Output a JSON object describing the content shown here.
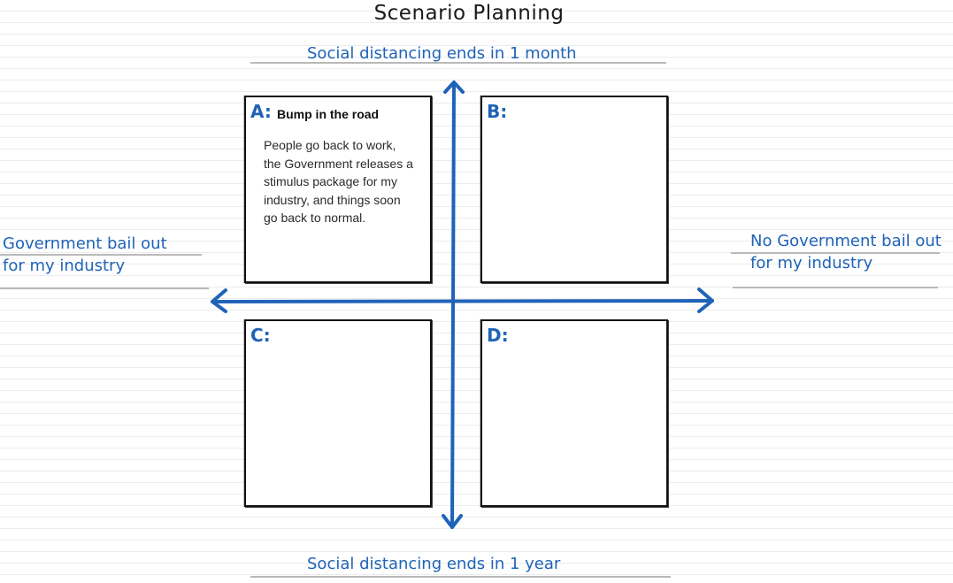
{
  "title": "Scenario Planning",
  "axes": {
    "top": "Social distancing ends in 1 month",
    "bottom": "Social distancing ends in 1 year",
    "left_line1": "Government bail out",
    "left_line2": "for my industry",
    "right_line1": "No Government bail out",
    "right_line2": "for my industry"
  },
  "quadrants": [
    {
      "letter": "A:",
      "title": "Bump in the road",
      "body": "People go back to work, the Government releases a stimulus package for my industry, and things soon go back to normal."
    },
    {
      "letter": "B:",
      "title": "",
      "body": ""
    },
    {
      "letter": "C:",
      "title": "",
      "body": ""
    },
    {
      "letter": "D:",
      "title": "",
      "body": ""
    }
  ],
  "colors": {
    "accent": "#1f63b8",
    "box_border": "#111111",
    "underline": "#b9b9b9"
  }
}
